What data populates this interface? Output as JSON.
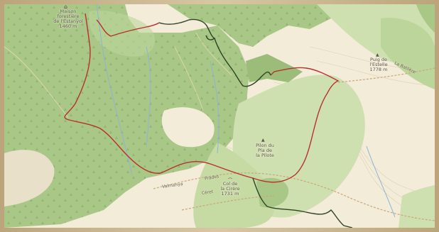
{
  "map": {
    "colors": {
      "forest": "#a9c787",
      "forest_dark": "#9cbd79",
      "meadow": "#cfe0b0",
      "bare": "#f3ecd9",
      "route_red": "#b8312f",
      "route_dark": "#2e4226",
      "stream": "#8fb3d9",
      "road": "#c8a878",
      "contour": "#d6c3a0"
    },
    "places": {
      "maison": "Maison\nforestière\nde l'Estanyol\n1460 m",
      "puig": "Puig de\nl'Estelle\n1778 m",
      "pilon": "Pilon du\nPla de\nla Pilote",
      "col": "Col de\nla Cirère\n1731 m"
    },
    "roads": {
      "valmanya": "Valmanya",
      "prades": "Prades",
      "ceret": "Céret",
      "la_batllere": "La Batllère"
    },
    "icons": {
      "maison": "house-icon",
      "puig": "peak-icon",
      "pilon": "peak-icon",
      "col": "col-icon"
    }
  }
}
